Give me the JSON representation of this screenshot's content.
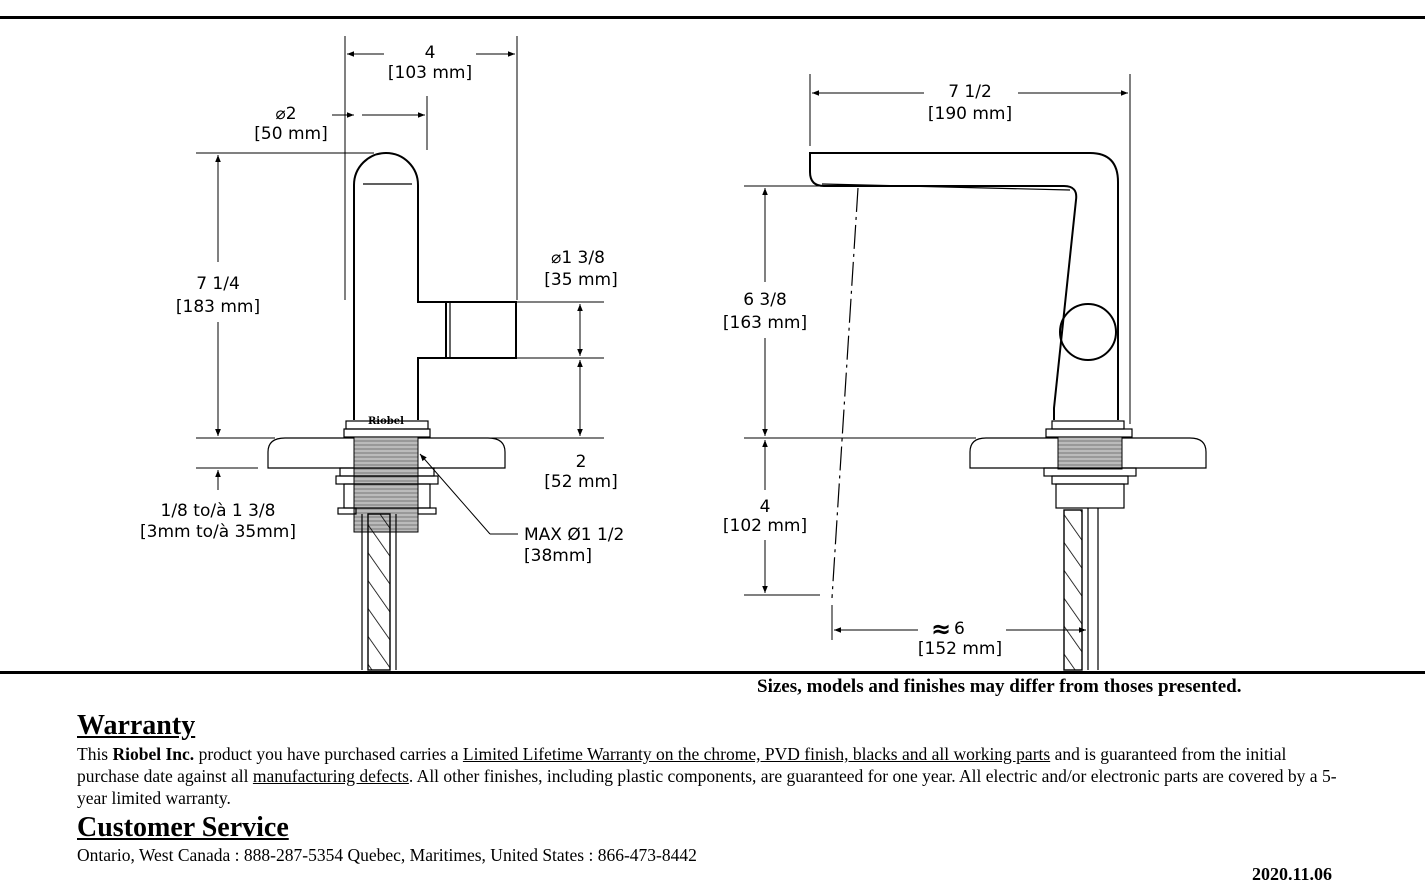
{
  "left_view": {
    "logo": "Riobel",
    "dims": {
      "width_total": {
        "imperial": "4",
        "metric": "[103 mm]"
      },
      "spout_diameter": {
        "imperial": "⌀2",
        "metric": "[50 mm]"
      },
      "height": {
        "imperial": "7 1/4",
        "metric": "[183 mm]"
      },
      "handle_diameter": {
        "imperial": "⌀1 3/8",
        "metric": "[35 mm]"
      },
      "handle_height": {
        "imperial": "2",
        "metric": "[52 mm]"
      },
      "deck_thickness": {
        "imperial": "1/8 to/à 1 3/8",
        "metric": "[3mm to/à 35mm]"
      },
      "max_hole": {
        "imperial": "MAX Ø1 1/2",
        "metric": "[38mm]"
      }
    }
  },
  "right_view": {
    "dims": {
      "spout_reach": {
        "imperial": "7 1/2",
        "metric": "[190 mm]"
      },
      "spout_height": {
        "imperial": "6 3/8",
        "metric": "[163 mm]"
      },
      "below_deck": {
        "imperial": "4",
        "metric": "[102 mm]"
      },
      "flow_reach": {
        "symbol": "≈",
        "imperial": "6",
        "metric": "[152 mm]"
      }
    }
  },
  "disclaimer": "Sizes, models and finishes may differ from thoses presented.",
  "warranty": {
    "title": "Warranty",
    "t1": "This ",
    "company": "Riobel Inc.",
    "t2": " product you have purchased carries a ",
    "link1": "Limited Lifetime Warranty on the chrome, PVD finish, blacks and all working parts",
    "t3": " and is guaranteed from the initial purchase date against all ",
    "link2": "manufacturing defects",
    "t4": ". All other finishes, including plastic components, are guaranteed for one year. All electric and/or electronic parts are covered by a 5-year limited warranty."
  },
  "customer_service": {
    "title": "Customer Service",
    "text": "Ontario, West Canada : 888-287-5354 Quebec, Maritimes, United States : 866-473-8442"
  },
  "date": "2020.11.06"
}
